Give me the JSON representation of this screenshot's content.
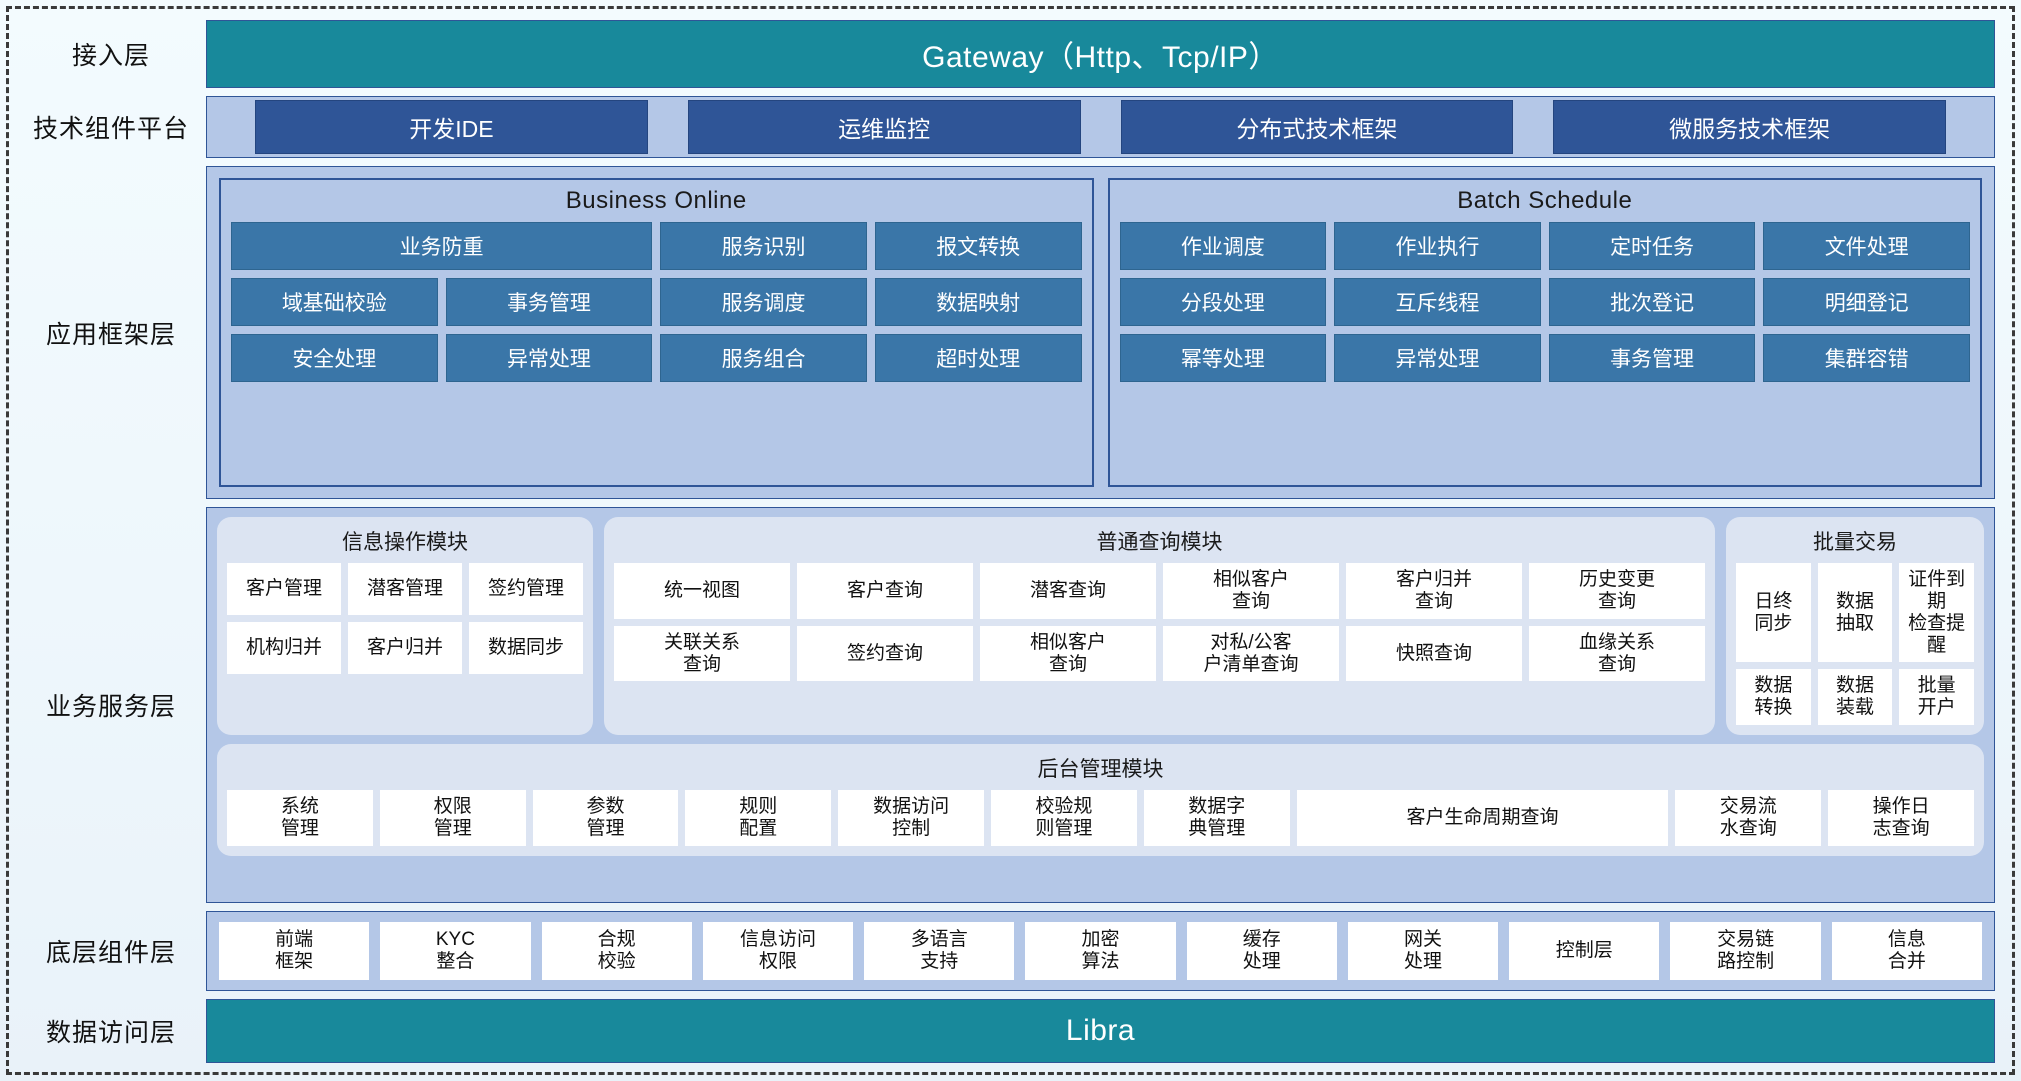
{
  "diagram": {
    "title": "分层应用架构图",
    "colors": {
      "teal": "#18899b",
      "navy": "#2f5597",
      "light_blue_panel": "#b4c7e7",
      "chip_blue": "#3a76a8",
      "card_bg": "#dce4f2",
      "tile_white": "#ffffff"
    }
  },
  "layers": [
    {
      "id": "access",
      "label": "接入层",
      "bar": "Gateway（Http、Tcp/IP）"
    },
    {
      "id": "tech-platform",
      "label": "技术组件平台",
      "chips": [
        "开发IDE",
        "运维监控",
        "分布式技术框架",
        "微服务技术框架"
      ]
    },
    {
      "id": "app-framework",
      "label": "应用框架层",
      "groups": [
        {
          "title": "Business Online",
          "items": [
            {
              "label": "业务防重",
              "span": 2
            },
            {
              "label": "服务识别",
              "span": 1
            },
            {
              "label": "报文转换",
              "span": 1
            },
            {
              "label": "域基础校验",
              "span": 1
            },
            {
              "label": "事务管理",
              "span": 1
            },
            {
              "label": "服务调度",
              "span": 1
            },
            {
              "label": "数据映射",
              "span": 1
            },
            {
              "label": "安全处理",
              "span": 1
            },
            {
              "label": "异常处理",
              "span": 1
            },
            {
              "label": "服务组合",
              "span": 1
            },
            {
              "label": "超时处理",
              "span": 1
            }
          ]
        },
        {
          "title": "Batch Schedule",
          "items": [
            {
              "label": "作业调度",
              "span": 1
            },
            {
              "label": "作业执行",
              "span": 1
            },
            {
              "label": "定时任务",
              "span": 1
            },
            {
              "label": "文件处理",
              "span": 1
            },
            {
              "label": "分段处理",
              "span": 1
            },
            {
              "label": "互斥线程",
              "span": 1
            },
            {
              "label": "批次登记",
              "span": 1
            },
            {
              "label": "明细登记",
              "span": 1
            },
            {
              "label": "幂等处理",
              "span": 1
            },
            {
              "label": "异常处理",
              "span": 1
            },
            {
              "label": "事务管理",
              "span": 1
            },
            {
              "label": "集群容错",
              "span": 1
            }
          ]
        }
      ]
    },
    {
      "id": "business-service",
      "label": "业务服务层",
      "cards": [
        {
          "id": "info-ops",
          "title": "信息操作模块",
          "tiles": [
            "客户管理",
            "潜客管理",
            "签约管理",
            "机构归并",
            "客户归并",
            "数据同步"
          ]
        },
        {
          "id": "common-query",
          "title": "普通查询模块",
          "tiles": [
            "统一视图",
            "客户查询",
            "潜客查询",
            "相似客户\n查询",
            "客户归并\n查询",
            "历史变更\n查询",
            "关联关系\n查询",
            "签约查询",
            "相似客户\n查询",
            "对私/公客\n户清单查询",
            "快照查询",
            "血缘关系\n查询"
          ]
        },
        {
          "id": "batch-trade",
          "title": "批量交易",
          "tiles": [
            "日终\n同步",
            "数据\n抽取",
            "证件到期\n检查提醒",
            "数据\n转换",
            "数据\n装载",
            "批量\n开户"
          ]
        },
        {
          "id": "backend-admin",
          "title": "后台管理模块",
          "tiles": [
            "系统\n管理",
            "权限\n管理",
            "参数\n管理",
            "规则\n配置",
            "数据访问\n控制",
            "校验规\n则管理",
            "数据字\n典管理",
            "客户生命周期查询",
            "交易流\n水查询",
            "操作日\n志查询"
          ]
        }
      ]
    },
    {
      "id": "base-component",
      "label": "底层组件层",
      "tiles": [
        "前端\n框架",
        "KYC\n整合",
        "合规\n校验",
        "信息访问\n权限",
        "多语言\n支持",
        "加密\n算法",
        "缓存\n处理",
        "网关\n处理",
        "控制层",
        "交易链\n路控制",
        "信息\n合并"
      ]
    },
    {
      "id": "data-access",
      "label": "数据访问层",
      "bar": "Libra"
    }
  ]
}
